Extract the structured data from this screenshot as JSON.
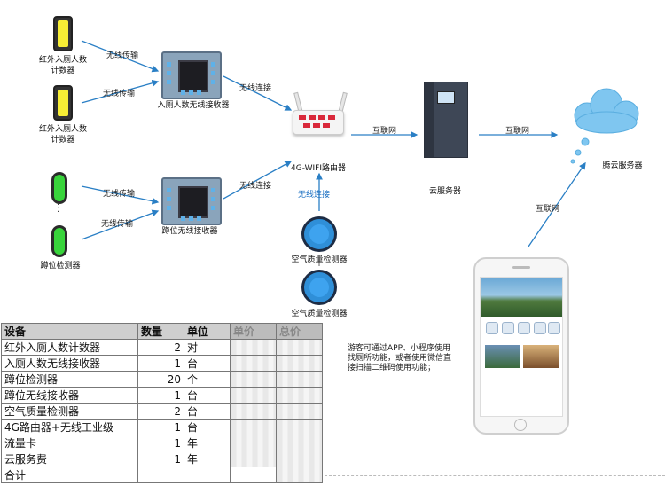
{
  "nodes": {
    "ir_counter_1": "红外入厕人数\n计数器",
    "ir_counter_2": "红外入厕人数\n计数器",
    "people_receiver": "入厕人数无线接收器",
    "router": "4G-WIFI路由器",
    "cloud_server": "云服务器",
    "tengyun_server": "腾云服务器",
    "squat_detector": "蹲位检测器",
    "squat_receiver": "蹲位无线接收器",
    "air_sensor_1": "空气质量检测器",
    "air_sensor_2": "空气质量检测器",
    "dots": "·\n·\n·"
  },
  "edges": {
    "wireless_tx_1": "无线传输",
    "wireless_tx_2": "无线传输",
    "wireless_tx_3": "无线传输",
    "wireless_tx_4": "无线传输",
    "wireless_conn_1": "无线连接",
    "wireless_conn_2": "无线连接",
    "wireless_conn_3": "无线连接",
    "internet_1": "互联网",
    "internet_2": "互联网",
    "internet_3": "互联网"
  },
  "note": "游客可通过APP、小程序使用找厕所功能，或者使用微信直接扫描二维码使用功能；",
  "table": {
    "headers": [
      "设备",
      "数量",
      "单位",
      "单价",
      "总价"
    ],
    "rows": [
      [
        "红外入厕人数计数器",
        "2",
        "对"
      ],
      [
        "入厕人数无线接收器",
        "1",
        "台"
      ],
      [
        "蹲位检测器",
        "20",
        "个"
      ],
      [
        "蹲位无线接收器",
        "1",
        "台"
      ],
      [
        "空气质量检测器",
        "2",
        "台"
      ],
      [
        "4G路由器+无线工业级",
        "1",
        "台"
      ],
      [
        "流量卡",
        "1",
        "年"
      ],
      [
        "云服务费",
        "1",
        "年"
      ],
      [
        "合计",
        "",
        ""
      ]
    ]
  },
  "colors": {
    "sensor_yellow": "#f7ee35",
    "sensor_green": "#38d43b",
    "air_sensor_blue": "#2f8fd8",
    "router_red": "#d9283a",
    "cloud_blue": "#7fc6f0",
    "arrow_blue": "#2a7fc5",
    "highlight_label": "#1a6fc2"
  }
}
